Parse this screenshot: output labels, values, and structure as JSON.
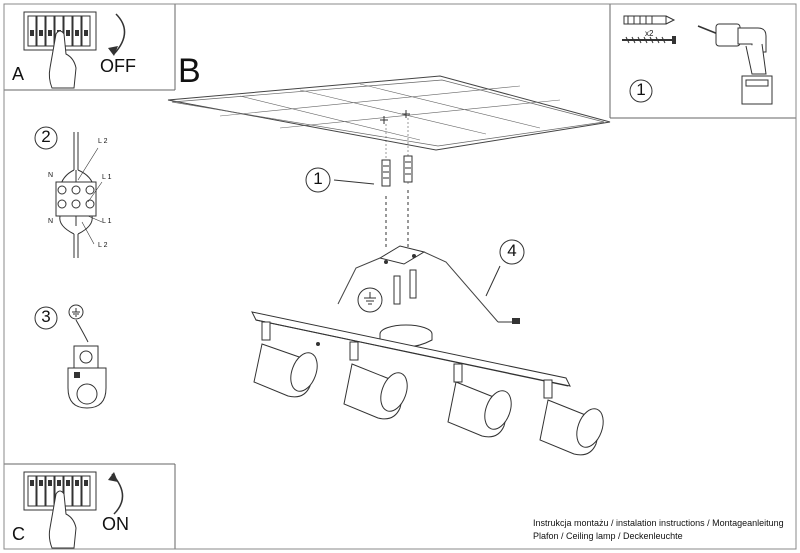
{
  "panel_a": {
    "letter": "A",
    "action": "OFF"
  },
  "panel_c": {
    "letter": "C",
    "action": "ON"
  },
  "main": {
    "letter": "B"
  },
  "steps": {
    "step1_top": "1",
    "step1_main": "1",
    "step2": "2",
    "step3": "3",
    "step4": "4"
  },
  "hardware": {
    "quantity": "x2"
  },
  "wiring": {
    "n_top": "N",
    "l2_top": "L 2",
    "l1_top": "L 1",
    "n_bottom": "N",
    "l1_bottom": "L 1",
    "l2_bottom": "L 2"
  },
  "footer": {
    "line1": "Instrukcja montażu / instalation instructions / Montageanleitung",
    "line2": "Plafon / Ceiling lamp / Deckenleuchte"
  }
}
